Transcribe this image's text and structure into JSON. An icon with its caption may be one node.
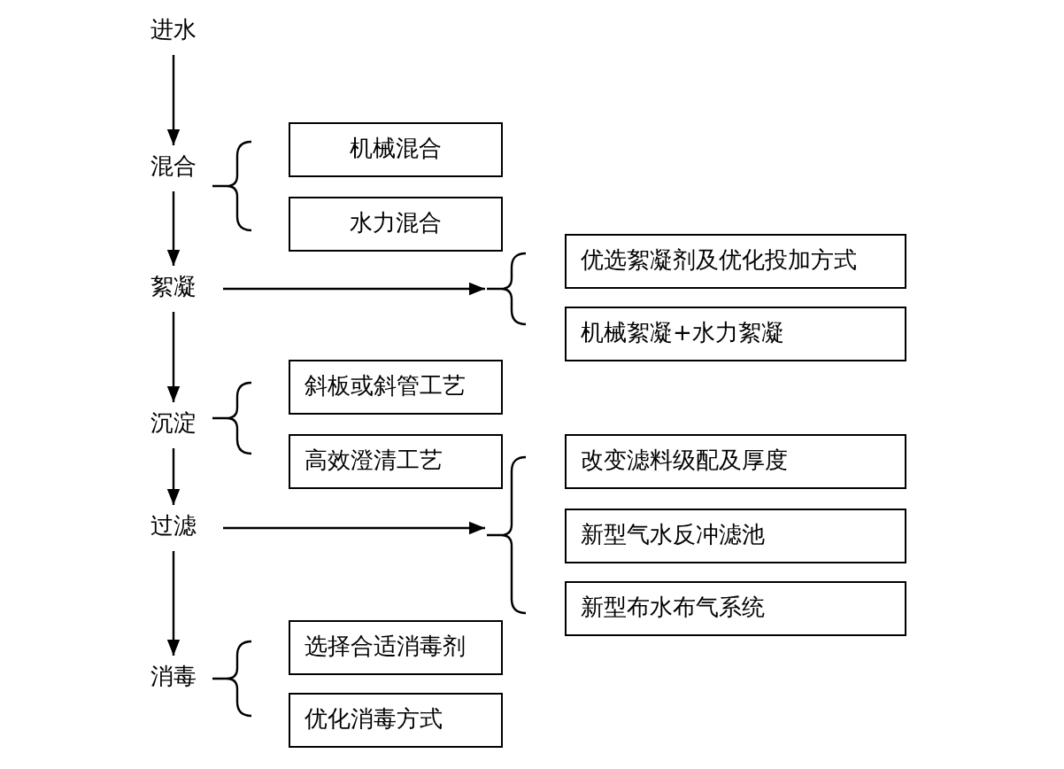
{
  "diagram": {
    "nodes": [
      {
        "text": [
          "进水"
        ]
      },
      {
        "text": [
          "混合"
        ]
      },
      {
        "text": [
          "机械混合"
        ]
      },
      {
        "text": [
          "水力混合"
        ]
      },
      {
        "text": [
          "絮凝"
        ]
      },
      {
        "text": [
          "优选絮凝剂及优化投加方式"
        ]
      },
      {
        "text": [
          "机械絮凝+水力絮凝"
        ]
      },
      {
        "text": [
          "沉淀"
        ]
      },
      {
        "text": [
          "斜板或斜管工艺"
        ]
      },
      {
        "text": [
          "高效澄清工艺"
        ]
      },
      {
        "text": [
          "过滤"
        ]
      },
      {
        "text": [
          "改变滤料级配及厚度"
        ]
      },
      {
        "text": [
          "新型气水反冲滤池"
        ]
      },
      {
        "text": [
          "新型布水布气系统"
        ]
      },
      {
        "text": [
          "消毒"
        ]
      },
      {
        "text": [
          "选择合适消毒剂"
        ]
      },
      {
        "text": [
          "优化消毒方式"
        ]
      },
      {
        "text": [],
        "shape": "brace"
      },
      {
        "text": [],
        "shape": "brace"
      }
    ],
    "edges": [
      {
        "from": 0,
        "to": 1,
        "arrow": "to"
      },
      {
        "from": 1,
        "to": 4,
        "arrow": "to"
      },
      {
        "from": 4,
        "to": 7,
        "arrow": "to"
      },
      {
        "from": 7,
        "to": 10,
        "arrow": "to"
      },
      {
        "from": 10,
        "to": 14,
        "arrow": "to"
      },
      {
        "from": 4,
        "to": 17,
        "arrow": "to"
      },
      {
        "from": 10,
        "to": 18,
        "arrow": "to"
      }
    ]
  }
}
